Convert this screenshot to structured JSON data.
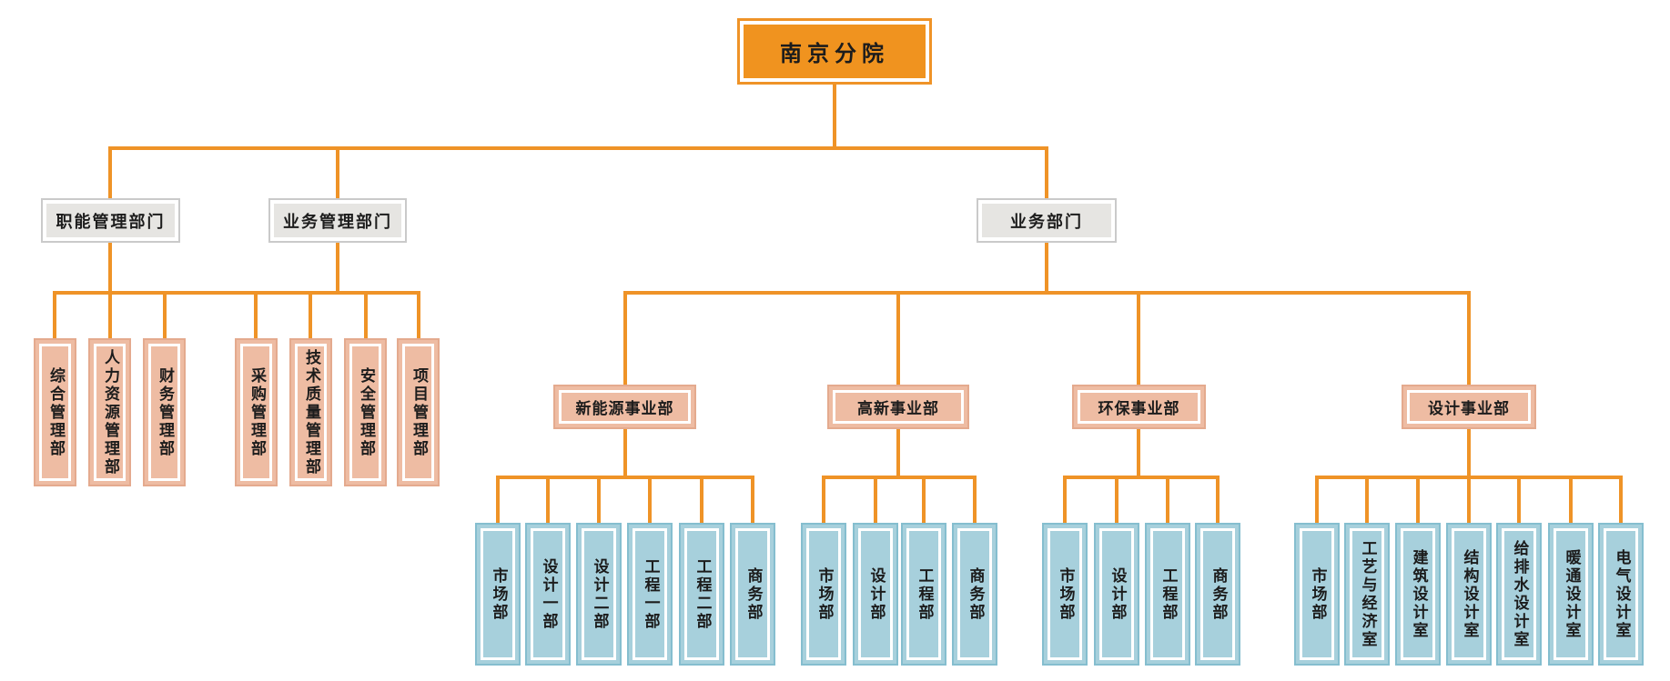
{
  "title": "南京分院",
  "colors": {
    "connector_orange": "#EF9327",
    "root_fill": "#F0931F",
    "peach_fill": "#EEBCA3",
    "peach_border": "#E4AA8E",
    "blue_fill": "#A7D0DC",
    "blue_border": "#85BECF",
    "gray_border": "#CACACA",
    "gray_fill": "#E6E5E2",
    "text": "#1C1C1C"
  },
  "root": {
    "label": "南京分院"
  },
  "branches": [
    {
      "label": "职能管理部门",
      "children": [
        "综合管理部",
        "人力资源管理部",
        "财务管理部"
      ]
    },
    {
      "label": "业务管理部门",
      "children": [
        "采购管理部",
        "技术质量管理部",
        "安全管理部",
        "项目管理部"
      ]
    },
    {
      "label": "业务部门",
      "divisions": [
        {
          "label": "新能源事业部",
          "children": [
            "市场部",
            "设计一部",
            "设计二部",
            "工程一部",
            "工程二部",
            "商务部"
          ]
        },
        {
          "label": "高新事业部",
          "children": [
            "市场部",
            "设计部",
            "工程部",
            "商务部"
          ]
        },
        {
          "label": "环保事业部",
          "children": [
            "市场部",
            "设计部",
            "工程部",
            "商务部"
          ]
        },
        {
          "label": "设计事业部",
          "children": [
            "市场部",
            "工艺与经济室",
            "建筑设计室",
            "结构设计室",
            "给排水设计室",
            "暖通设计室",
            "电气设计室"
          ]
        }
      ]
    }
  ]
}
